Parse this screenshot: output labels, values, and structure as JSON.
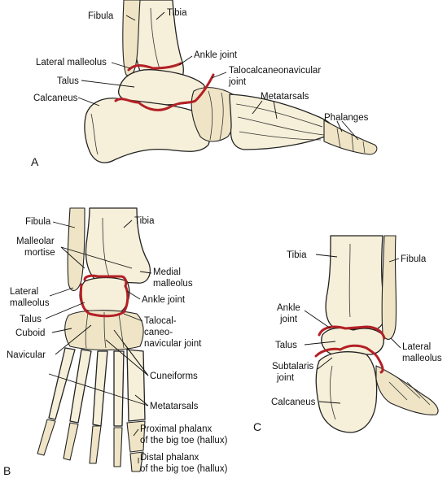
{
  "panels": {
    "a": {
      "letter": "A",
      "labels": {
        "fibula": "Fibula",
        "tibia": "Tibia",
        "lateral_malleolus": "Lateral malleolus",
        "ankle_joint": "Ankle joint",
        "talus": "Talus",
        "talocalcaneonavicular_1": "Talocalcaneonavicular",
        "talocalcaneonavicular_2": "joint",
        "calcaneus": "Calcaneus",
        "metatarsals": "Metatarsals",
        "phalanges": "Phalanges"
      }
    },
    "b": {
      "letter": "B",
      "labels": {
        "fibula": "Fibula",
        "tibia": "Tibia",
        "malleolar_mortise_1": "Malleolar",
        "malleolar_mortise_2": "mortise",
        "medial_malleolus_1": "Medial",
        "medial_malleolus_2": "malleolus",
        "lateral_malleolus_1": "Lateral",
        "lateral_malleolus_2": "malleolus",
        "ankle_joint": "Ankle joint",
        "talus": "Talus",
        "cuboid": "Cuboid",
        "talocal_1": "Talocal-",
        "talocal_2": "caneo-",
        "talocal_3": "navicular joint",
        "navicular": "Navicular",
        "cuneiforms": "Cuneiforms",
        "metatarsals": "Metatarsals",
        "proximal_phalanx_1": "Proximal phalanx",
        "proximal_phalanx_2": "of the big toe (hallux)",
        "distal_phalanx_1": "Distal phalanx",
        "distal_phalanx_2": "of the big toe (hallux)"
      }
    },
    "c": {
      "letter": "C",
      "labels": {
        "tibia": "Tibia",
        "fibula": "Fibula",
        "ankle_joint_1": "Ankle",
        "ankle_joint_2": "joint",
        "talus": "Talus",
        "lateral_malleolus_1": "Lateral",
        "lateral_malleolus_2": "malleolus",
        "subtalar_joint_1": "Subtalaris",
        "subtalar_joint_2": "joint",
        "calcaneus": "Calcaneus"
      }
    }
  },
  "colors": {
    "joint_line": "#b32025",
    "bone_fill": "#f6efd9",
    "outline": "#222222"
  }
}
